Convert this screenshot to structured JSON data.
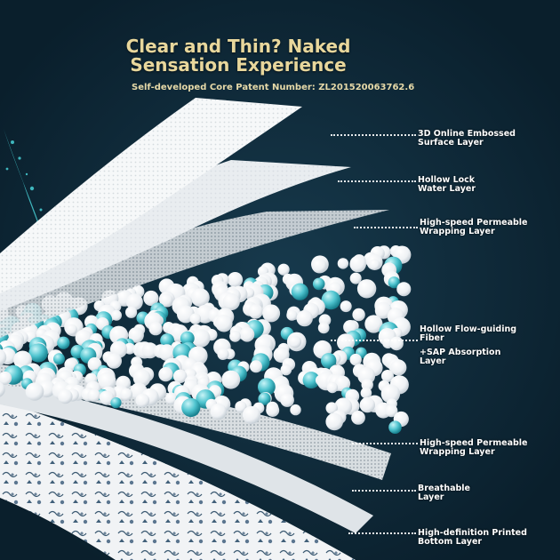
{
  "headline": {
    "line1": "Clear and Thin? Naked",
    "line2": "Sensation Experience"
  },
  "patent_text": "Self-developed Core Patent Number: ZL201520063762.6",
  "layers": [
    {
      "line1": "3D Online Embossed",
      "line2": "Surface Layer"
    },
    {
      "line1": "Hollow Lock",
      "line2": "Water Layer"
    },
    {
      "line1": "High-speed Permeable",
      "line2": "Wrapping Layer"
    },
    {
      "line1": "Hollow Flow-guiding",
      "line2": "Fiber"
    },
    {
      "line1": "+SAP Absorption",
      "line2": "Layer"
    },
    {
      "line1": "High-speed Permeable",
      "line2": "Wrapping Layer"
    },
    {
      "line1": "Breathable",
      "line2": "Layer"
    },
    {
      "line1": "High-definition Printed",
      "line2": "Bottom Layer"
    }
  ],
  "colors": {
    "background": "#0c2433",
    "headline": "#e8d79c",
    "label": "#ffffff",
    "bead_white": "#f4f6f8",
    "bead_teal": "#4fc4cf"
  }
}
